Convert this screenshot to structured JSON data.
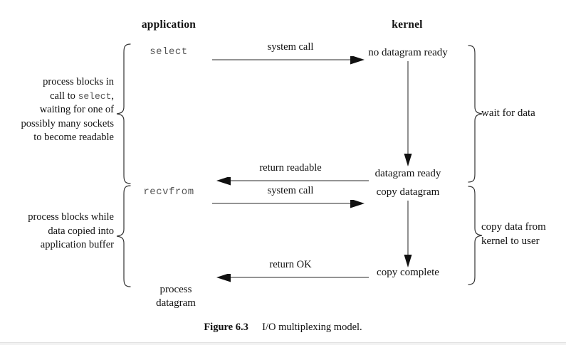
{
  "figure": {
    "caption_label": "Figure 6.3",
    "caption_text": "I/O multiplexing model."
  },
  "columns": {
    "application_heading": "application",
    "kernel_heading": "kernel"
  },
  "application": {
    "call_select": "select",
    "call_recvfrom": "recvfrom",
    "result_label": "process\ndatagram",
    "result_line1": "process",
    "result_line2": "datagram"
  },
  "kernel": {
    "state_no_datagram_ready": "no datagram ready",
    "state_datagram_ready": "datagram ready",
    "state_copy_datagram": "copy datagram",
    "state_copy_complete": "copy complete"
  },
  "arrows": {
    "system_call_1": "system call",
    "return_readable": "return readable",
    "system_call_2": "system call",
    "return_ok": "return OK"
  },
  "left_notes": {
    "select_block": {
      "line1": "process blocks in",
      "line2_prefix": "call to ",
      "line2_mono": "select",
      "line2_suffix": ",",
      "line3": "waiting for one of",
      "line4": "possibly many sockets",
      "line5": "to become readable"
    },
    "recvfrom_block": {
      "line1": "process blocks while",
      "line2": "data copied into",
      "line3": "application buffer"
    }
  },
  "right_notes": {
    "wait_for_data": "wait for data",
    "copy_data_line1": "copy data from",
    "copy_data_line2": "kernel to user"
  },
  "colors": {
    "ink": "#111111",
    "rule": "#555555",
    "mono_ink": "#555555",
    "background": "#ffffff"
  }
}
